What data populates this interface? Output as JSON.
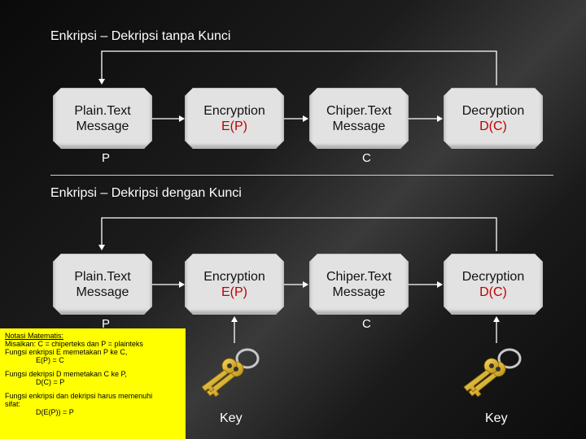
{
  "section1": {
    "title": "Enkripsi – Dekripsi tanpa Kunci",
    "nodes": [
      {
        "line1": "Plain.Text",
        "line2": "Message"
      },
      {
        "line1": "Encryption",
        "line2": "E(P)"
      },
      {
        "line1": "Chiper.Text",
        "line2": "Message"
      },
      {
        "line1": "Decryption",
        "line2": "D(C)"
      }
    ],
    "label_p": "P",
    "label_c": "C"
  },
  "section2": {
    "title": "Enkripsi – Dekripsi dengan Kunci",
    "nodes": [
      {
        "line1": "Plain.Text",
        "line2": "Message"
      },
      {
        "line1": "Encryption",
        "line2": "E(P)"
      },
      {
        "line1": "Chiper.Text",
        "line2": "Message"
      },
      {
        "line1": "Decryption",
        "line2": "D(C)"
      }
    ],
    "label_p": "P",
    "label_c": "C",
    "key_left": "Key",
    "key_right": "Key"
  },
  "notes": {
    "heading": "Notasi Matematis:",
    "line1": "Misalkan:  C = chiperteks dan P = plainteks",
    "line2": "Fungsi enkripsi E memetakan P ke C,",
    "line3": "E(P) = C",
    "line4": "Fungsi dekripsi D memetakan C ke P,",
    "line5": "D(C) = P",
    "line6": "Fungsi enkripsi dan dekripsi harus memenuhi",
    "line7": "sifat:",
    "line8": "D(E(P)) = P"
  },
  "colors": {
    "node_fill": "#e2e2e2",
    "node_sub_text": "#c00000",
    "notes_bg": "#ffff00",
    "key_gold": "#e8b820"
  },
  "icons": [
    "key-icon"
  ]
}
